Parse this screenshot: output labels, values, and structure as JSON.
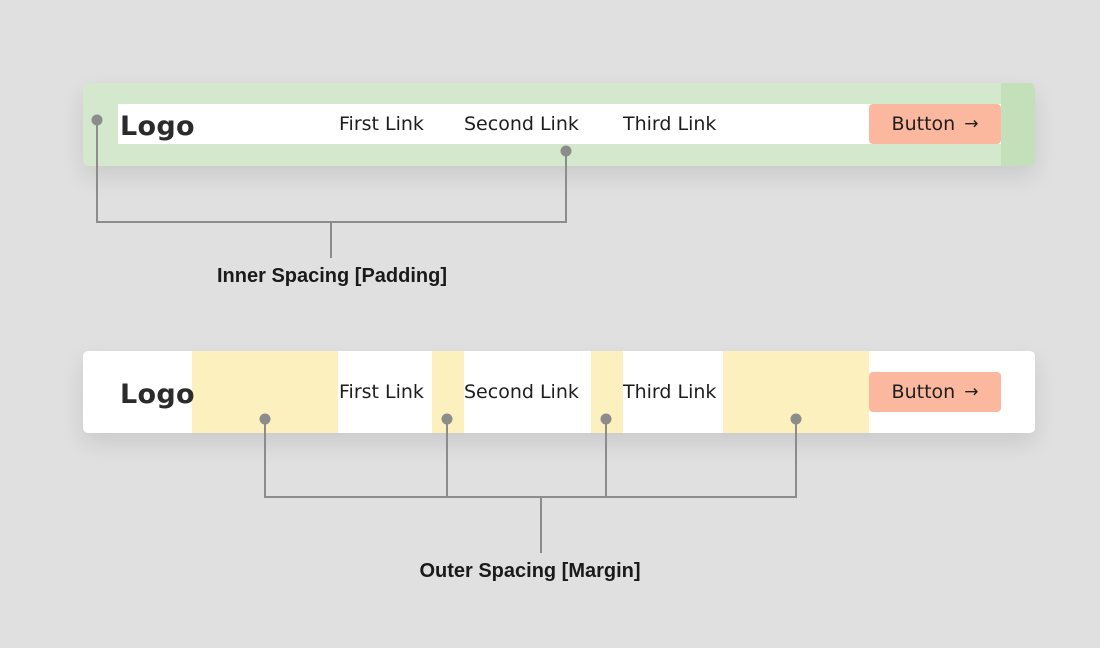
{
  "navbar_padding": {
    "logo": "Logo",
    "links": [
      "First Link",
      "Second Link",
      "Third Link"
    ],
    "button_label": "Button",
    "button_arrow": "→"
  },
  "navbar_margin": {
    "logo": "Logo",
    "links": [
      "First Link",
      "Second Link",
      "Third Link"
    ],
    "button_label": "Button",
    "button_arrow": "→"
  },
  "annotations": {
    "padding_caption": "Inner Spacing [Padding]",
    "margin_caption": "Outer Spacing [Margin]"
  },
  "colors": {
    "background": "#e0e0e0",
    "padding_highlight": "#d3e8cc",
    "padding_highlight_dark": "#c4e0bb",
    "margin_highlight": "#fdf0bf",
    "button": "#fbb89e",
    "connector": "#8c8c8c"
  }
}
